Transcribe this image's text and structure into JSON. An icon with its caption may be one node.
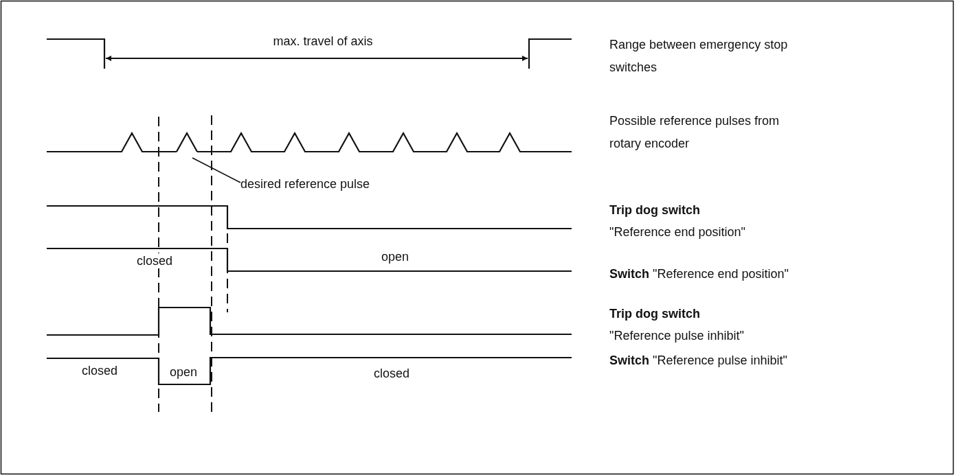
{
  "diagram": {
    "nodes": [
      {
        "text": [
          "desired reference pulse"
        ]
      },
      {
        "text": [],
        "shape": "triangle"
      }
    ],
    "edges": [
      {
        "from": 0,
        "to": 1,
        "arrow": "none"
      }
    ],
    "labels": [
      "max. travel of axis",
      "Range between emergency stop switches",
      "Possible reference pulses from rotary encoder",
      "Trip dog switch",
      "\"Reference end position\"",
      "closed",
      "open",
      "**Switch** \"Reference end position\"",
      "Trip dog switch",
      "\"Reference pulse inhibit\"",
      "**Switch** \"Reference pulse inhibit\"",
      "closed",
      "open",
      "closed"
    ]
  }
}
